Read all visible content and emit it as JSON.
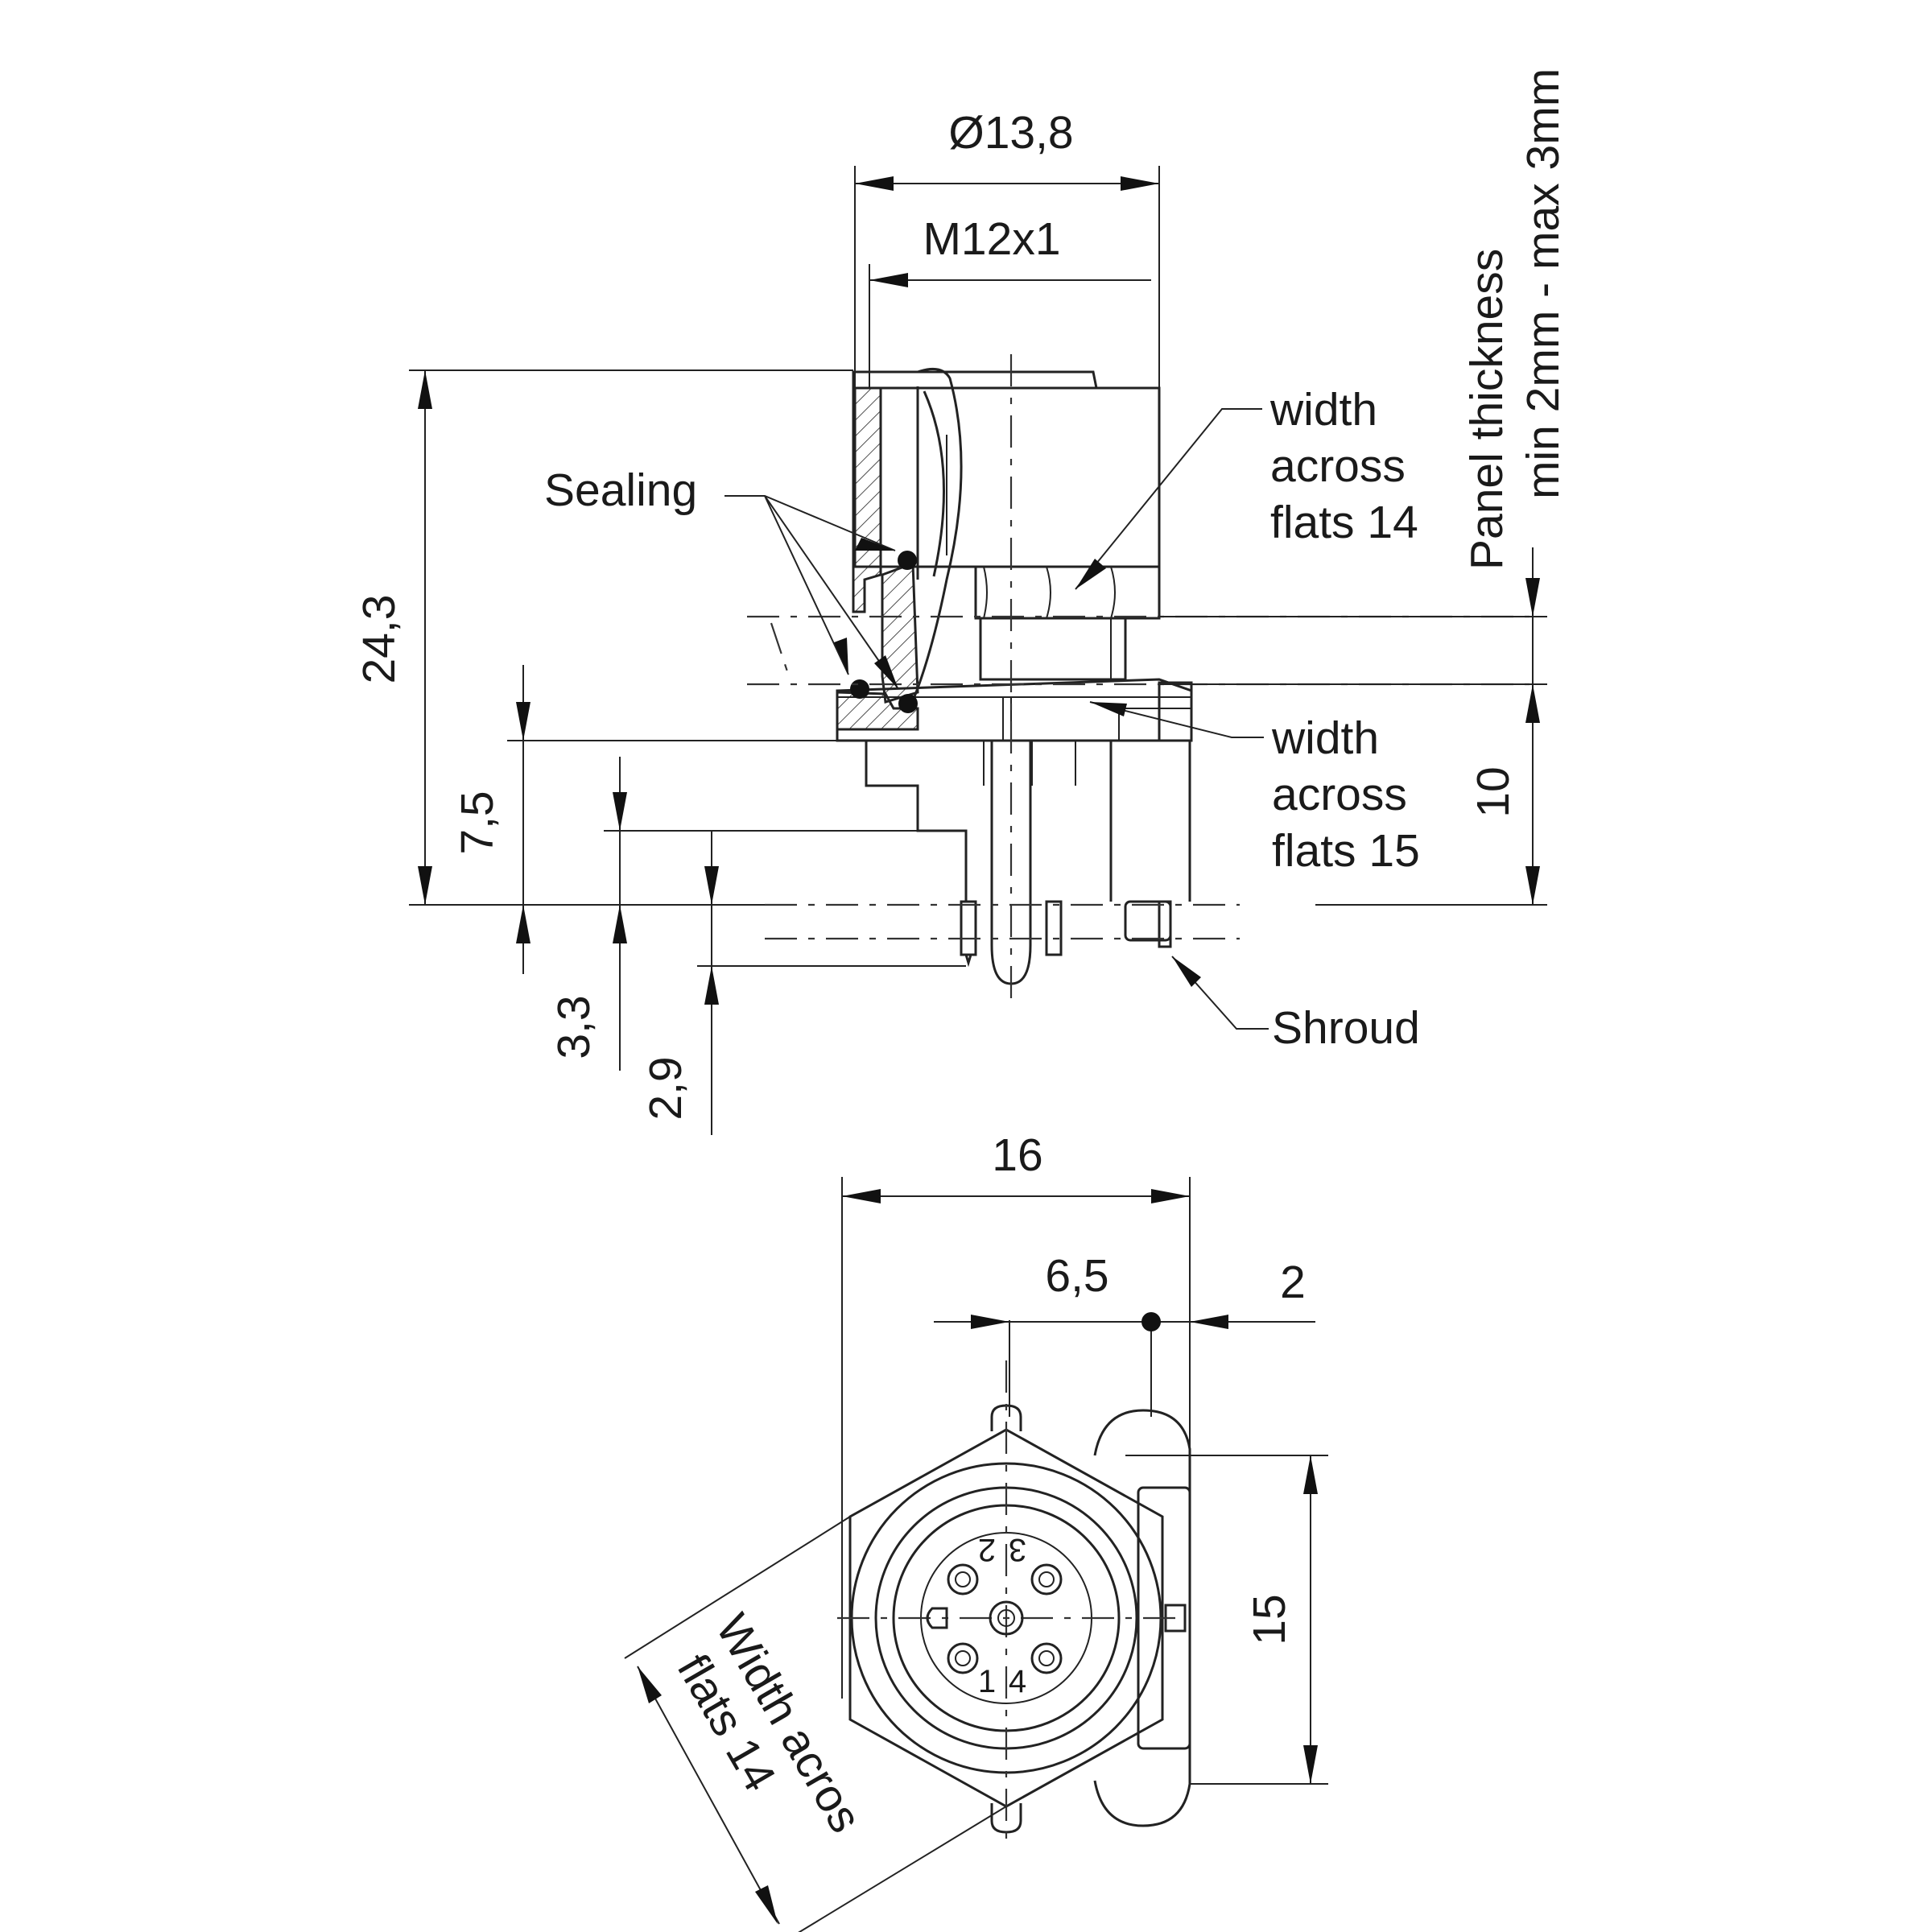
{
  "dimensions": {
    "outer_diameter": "Ø13,8",
    "thread": "M12x1",
    "total_height": "24,3",
    "height_7_5": "7,5",
    "height_3_3": "3,3",
    "height_2_9": "2,9",
    "panel_height": "10",
    "width_16": "16",
    "offset_6_5": "6,5",
    "offset_2": "2",
    "height_15": "15"
  },
  "callouts": {
    "sealing": "Sealing",
    "waf14_line1": "width",
    "waf14_line2": "across",
    "waf14_line3": "flats 14",
    "waf15_line1": "width",
    "waf15_line2": "across",
    "waf15_line3": "flats 15",
    "shroud": "Shroud",
    "panel_line1": "Panel thickness",
    "panel_line2": "min 2mm - max 3mm",
    "bottom_waf_line1": "Width acros",
    "bottom_waf_line2": "flats 14"
  },
  "pin_labels": {
    "pin2": "2",
    "pin3": "3",
    "pin1": "1",
    "pin4": "4"
  }
}
